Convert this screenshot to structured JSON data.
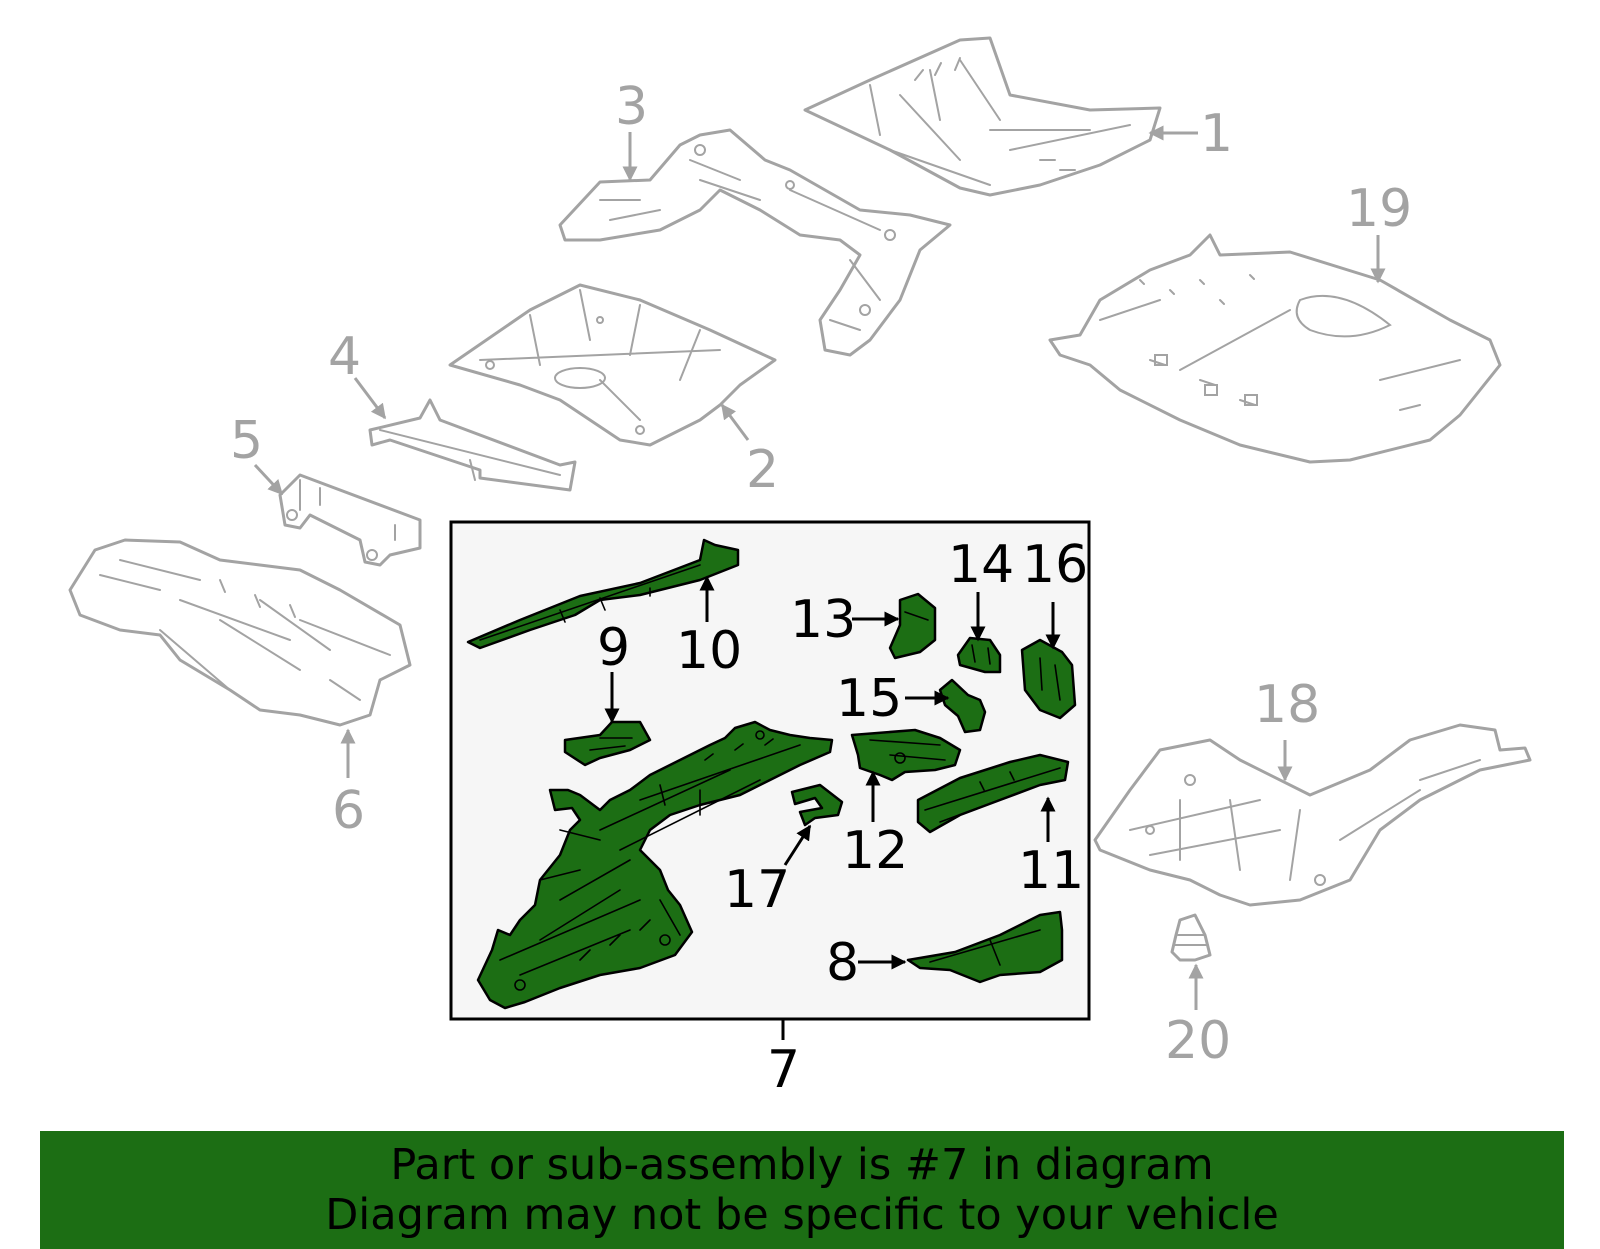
{
  "colors": {
    "highlight": "#1c6e14",
    "other_parts": "#a3a3a3",
    "banner_bg": "#1c6e14",
    "inset_bg": "#f6f6f6"
  },
  "callouts": {
    "c1": "1",
    "c2": "2",
    "c3": "3",
    "c4": "4",
    "c5": "5",
    "c6": "6",
    "c7": "7",
    "c8": "8",
    "c9": "9",
    "c10": "10",
    "c11": "11",
    "c12": "12",
    "c13": "13",
    "c14": "14",
    "c15": "15",
    "c16": "16",
    "c17": "17",
    "c18": "18",
    "c19": "19",
    "c20": "20"
  },
  "highlighted_part": "7",
  "banner": {
    "line1": "Part or sub-assembly is #7 in diagram",
    "line2": "Diagram may not be specific to your vehicle"
  }
}
